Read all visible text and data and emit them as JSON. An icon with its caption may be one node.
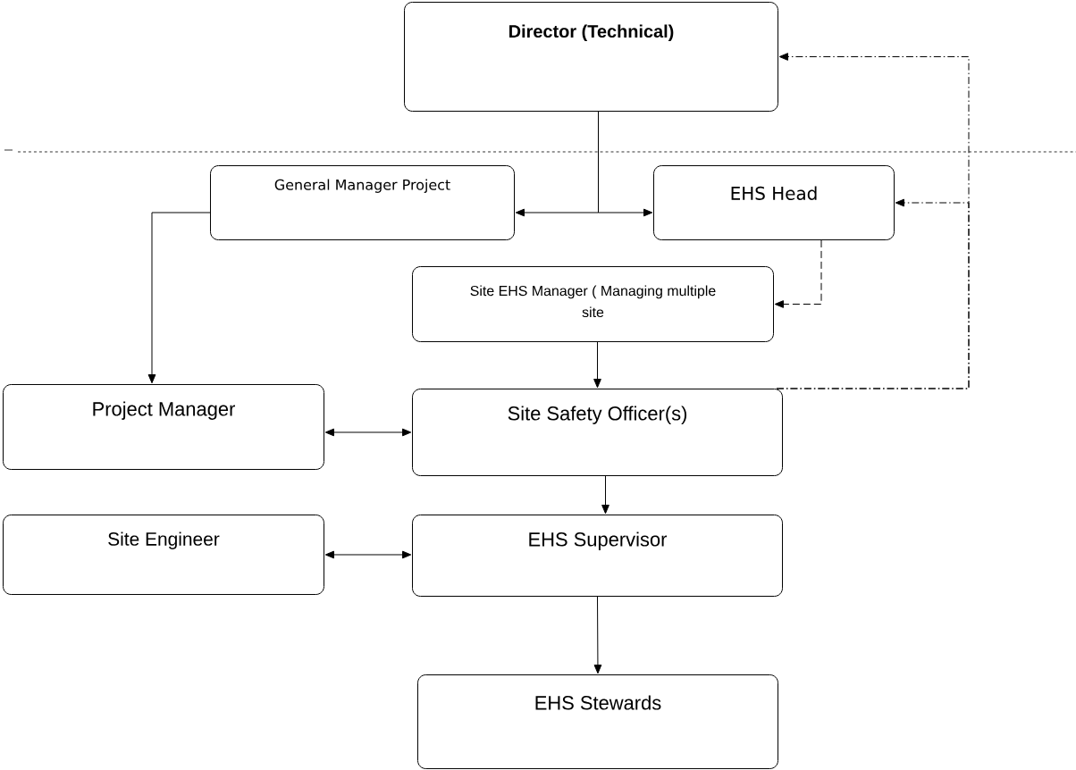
{
  "diagram": {
    "nodes": [
      {
        "text": [
          "Director (Technical)"
        ]
      },
      {
        "text": [
          "General Manager Project"
        ]
      },
      {
        "text": [
          "EHS Head"
        ]
      },
      {
        "text": [
          "Site EHS Manager ( Managing multiple site"
        ]
      },
      {
        "text": [
          "Project Manager"
        ]
      },
      {
        "text": [
          "Site Safety Officer(s)"
        ]
      },
      {
        "text": [
          "Site Engineer"
        ]
      },
      {
        "text": [
          "EHS Supervisor"
        ]
      },
      {
        "text": [
          "EHS Stewards"
        ]
      }
    ],
    "edges": [
      {
        "from": 0,
        "to": 1,
        "arrow": "to"
      },
      {
        "from": 0,
        "to": 2,
        "arrow": "to"
      },
      {
        "from": 1,
        "to": 4,
        "arrow": "to"
      },
      {
        "from": 2,
        "to": 3,
        "arrow": "to",
        "style": "dashed"
      },
      {
        "from": 3,
        "to": 5,
        "arrow": "to"
      },
      {
        "from": 5,
        "to": 4,
        "arrow": "both"
      },
      {
        "from": 5,
        "to": 0,
        "arrow": "to",
        "style": "dashed"
      },
      {
        "from": 5,
        "to": 2,
        "arrow": "to",
        "style": "dashed"
      },
      {
        "from": 5,
        "to": 7,
        "arrow": "to"
      },
      {
        "from": 6,
        "to": 7,
        "arrow": "both"
      },
      {
        "from": 7,
        "to": 8,
        "arrow": "to"
      }
    ]
  }
}
